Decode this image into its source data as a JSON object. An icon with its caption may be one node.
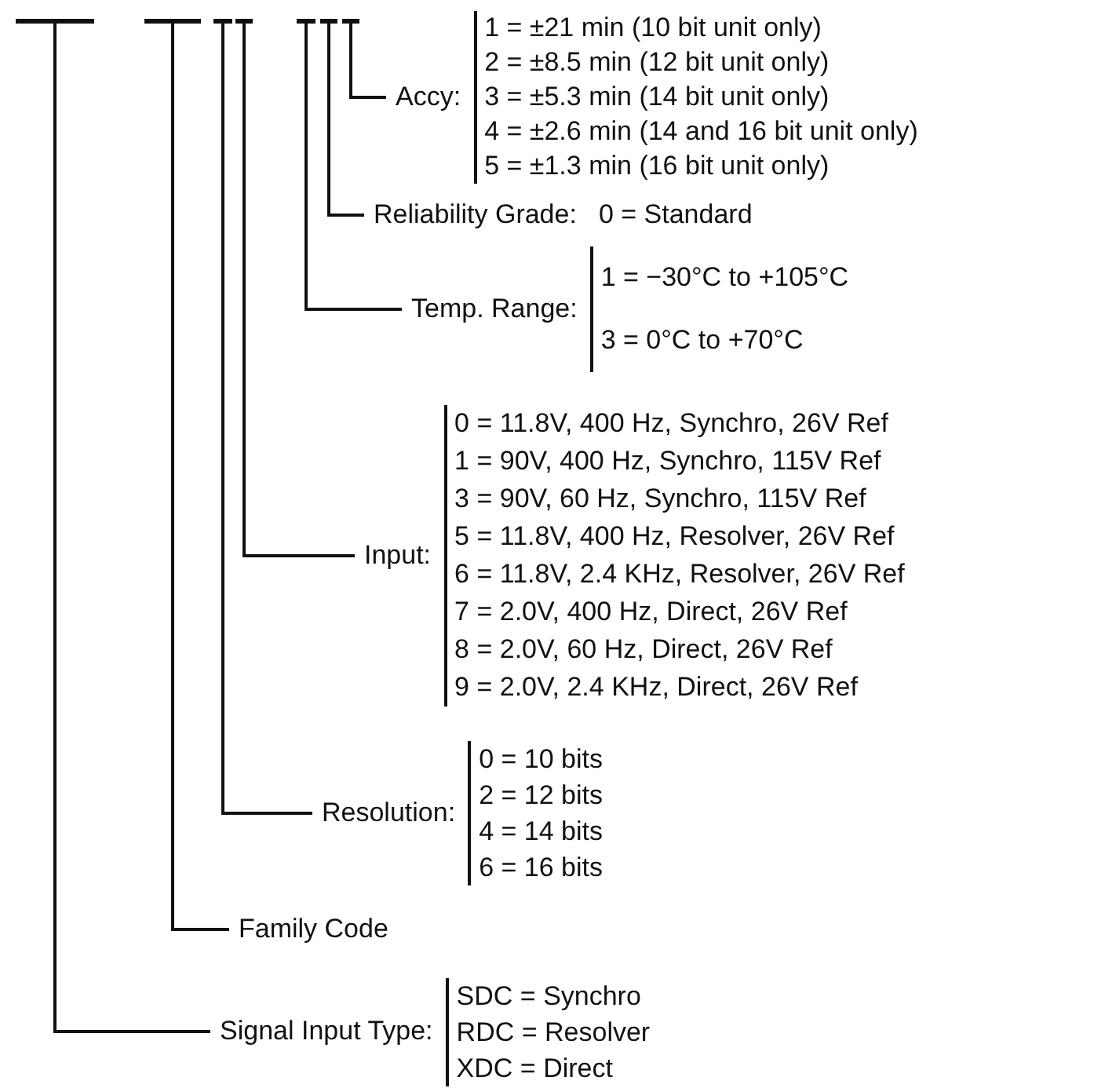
{
  "diagram": {
    "nodes": [
      {
        "text": [],
        "shape": "bar"
      },
      {
        "text": [],
        "shape": "bar"
      },
      {
        "text": [],
        "shape": "bar"
      },
      {
        "text": [],
        "shape": "bar"
      },
      {
        "text": [],
        "shape": "bar"
      },
      {
        "text": [],
        "shape": "bar"
      },
      {
        "text": [],
        "shape": "bar"
      },
      {
        "text": [
          "Accy:",
          "1 = ±21 min (10 bit unit only)",
          "2 = ±8.5 min (12 bit unit only)",
          "3 = ±5.3 min (14 bit unit only)",
          "4 = ±2.6 min (14 and 16 bit unit only)",
          "5 = ±1.3 min (16 bit unit only)"
        ]
      },
      {
        "text": [
          "Reliability Grade:",
          "0 = Standard"
        ]
      },
      {
        "text": [
          "Temp. Range:",
          "1 = −30°C to +105°C",
          "3 = 0°C to +70°C"
        ]
      },
      {
        "text": [
          "Input:",
          "0 = 11.8V, 400 Hz, Synchro, 26V Ref",
          "1 = 90V, 400 Hz, Synchro, 115V Ref",
          "3 = 90V, 60 Hz, Synchro, 115V Ref",
          "5 = 11.8V, 400 Hz, Resolver, 26V Ref",
          "6 = 11.8V, 2.4 KHz, Resolver, 26V Ref",
          "7 = 2.0V, 400 Hz, Direct, 26V Ref",
          "8 = 2.0V, 60 Hz, Direct, 26V Ref",
          "9 = 2.0V, 2.4 KHz, Direct, 26V Ref"
        ]
      },
      {
        "text": [
          "Resolution:",
          "0 = 10 bits",
          "2 = 12 bits",
          "4 = 14 bits",
          "6 = 16 bits"
        ]
      },
      {
        "text": [
          "Family Code"
        ]
      },
      {
        "text": [
          "Signal Input Type:",
          "SDC = Synchro",
          "RDC = Resolver",
          "XDC = Direct"
        ]
      }
    ],
    "edges": [
      {
        "from": 6,
        "to": 7,
        "arrow": "none"
      },
      {
        "from": 5,
        "to": 8,
        "arrow": "none"
      },
      {
        "from": 4,
        "to": 9,
        "arrow": "none"
      },
      {
        "from": 3,
        "to": 10,
        "arrow": "none"
      },
      {
        "from": 2,
        "to": 11,
        "arrow": "none"
      },
      {
        "from": 1,
        "to": 12,
        "arrow": "none"
      },
      {
        "from": 0,
        "to": 13,
        "arrow": "none"
      }
    ]
  }
}
